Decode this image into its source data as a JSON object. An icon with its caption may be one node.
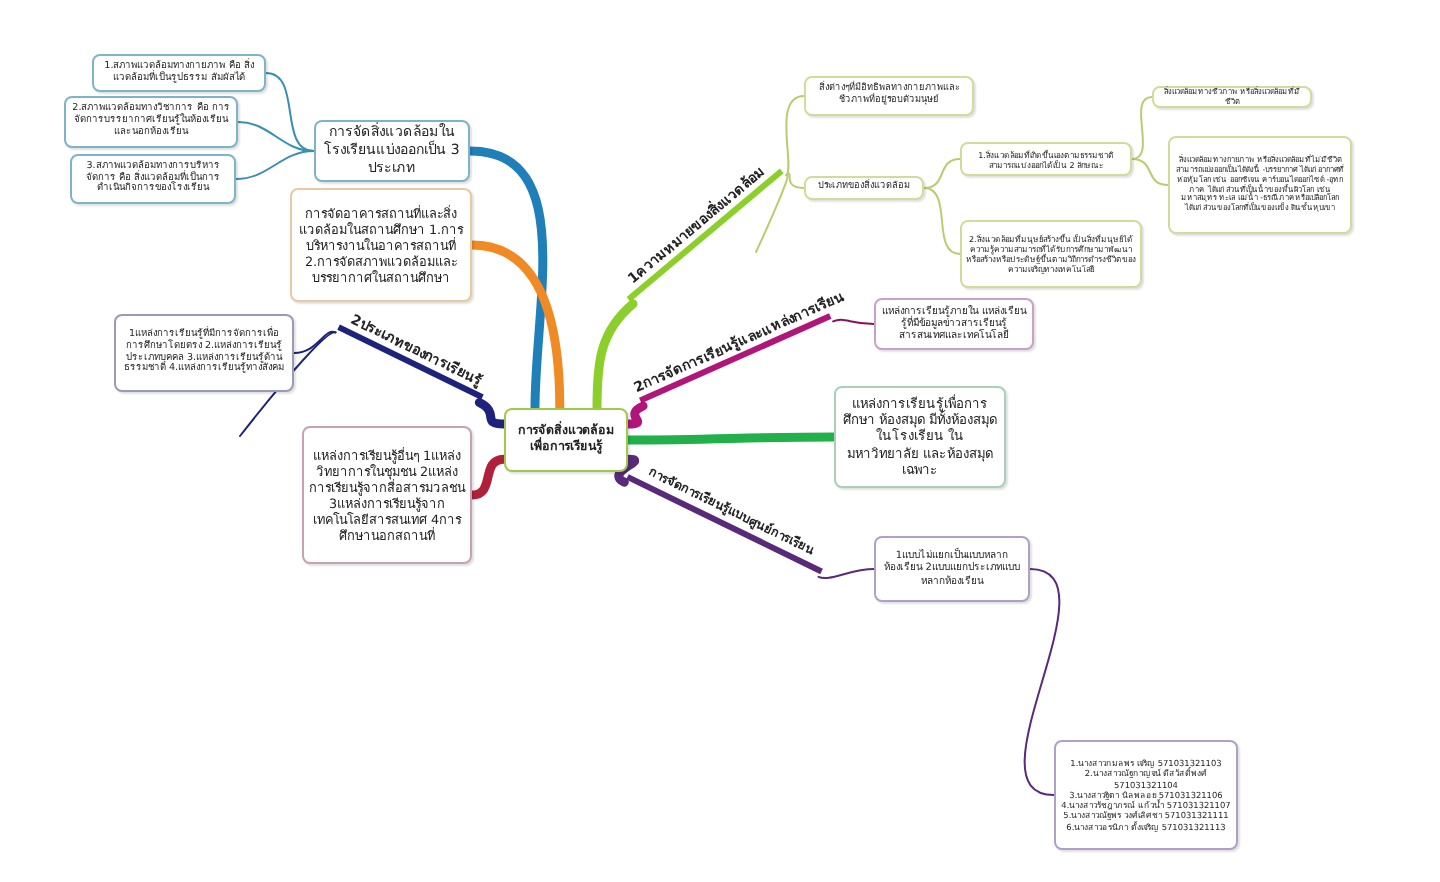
{
  "diagram": {
    "nodes": [
      {
        "text": [
          "การจัดสิ่งแวดล้อม เพื่อการเรียนรู้"
        ]
      },
      {
        "text": [
          "การจัดสิ่งแวดล้อมในโรงเรียนแบ่งออกเป็น 3 ประเภท"
        ]
      },
      {
        "text": [
          "1.สภาพแวดล้อมทางกายภาพ คือ สิ่งแวดล้อมที่เป็นรูปธรรม สัมผัสได้"
        ]
      },
      {
        "text": [
          "2.สภาพแวดล้อมทางวิชาการ คือ การจัดการบรรยากาศเรียนรู้ในห้องเรียนและนอกห้องเรียน"
        ]
      },
      {
        "text": [
          "3.สภาพแวดล้อมทางการบริหารจัดการ คือ สิ่งแวดล้อมที่เป็นการดำเนินกิจการของโรงเรียน"
        ]
      },
      {
        "text": [
          "การจัดอาคารสถานที่และสิ่งแวดล้อมในสถานศึกษา 1.การบริหารงานในอาคารสถานที่ 2.การจัดสภาพแวดล้อมและบรรยากาศในสถานศึกษา"
        ]
      },
      {
        "text": [
          "2ประเภทของการเรียนรู้"
        ]
      },
      {
        "text": [
          "1แหล่งการเรียนรู้ที่มีการจัดการเพื่อการศึกษาโดยตรง 2.แหล่งการเรียนรู้ประเภทบุคคล 3.แหล่งการเรียนรู้ด้านธรรมชาติ 4.แหล่งการเรียนรู้ทางสังคม"
        ]
      },
      {
        "text": [
          "แหล่งการเรียนรู้อื่นๆ 1แหล่งวิทยาการในชุมชน 2แหล่งการเรียนรู้จากสื่อสารมวลชน 3แหล่งการเรียนรู้จากเทคโนโลยีสารสนเทศ 4การศึกษานอกสถานที่"
        ]
      },
      {
        "text": [
          "1ความหมายของสิ่งแวดล้อม"
        ]
      },
      {
        "text": [
          "สิ่งต่างๆที่มีอิทธิพลทางกายภาพและชีวภาพที่อยู่รอบตัวมนุษย์"
        ]
      },
      {
        "text": [
          "ประเภทของสิ่งแวดล้อม"
        ]
      },
      {
        "text": [
          "1.สิ่งแวดล้อมที่เกิดขึ้นเองตามธรรมชาติ สามารถแบ่งออกได้เป็น 2 ลักษณะ"
        ]
      },
      {
        "text": [
          "2.สิ่งแวดล้อมที่มนุษย์สร้างขึ้น เป็นสิ่งที่มนุษย์ได้ความรู้ความสามารถที่ได้รับการศึกษามาพัฒนาหรือสร้างหรือประดิษฐ์ขึ้นตามวิถีการดำรงชีวิตของความเจริญทางเทคโนโลยี"
        ]
      },
      {
        "text": [
          "สิ่งแวดล้อมทางชีวภาพ หรือสิ่งแวดล้อมที่มีชีวิต"
        ]
      },
      {
        "text": [
          "สิ่งแวดล้อมทางกายภาพ หรือสิ่งแวดล้อมที่ไม่มีชีวิต สามารถแบ่งออกเป็นได้ดังนี้ -บรรยากาศ ได้แก่ อากาศที่ห่อหุ้มโลก เช่น ออกซิเจน คาร์บอนไดออกไซด์ -อุทกภาค ได้แก่ ส่วนที่เป็นน้ำของพื้นผิวโลก เช่น มหาสมุทร ทะเล แม่น้ำ -ธรณีภาคหรือเปลือกโลก ได้แก่ ส่วนของโลกที่เป็นของแข็ง ดินชั้นหุบเขา"
        ]
      },
      {
        "text": [
          "2การจัดการเรียนรู้และแหล่งการเรียน"
        ]
      },
      {
        "text": [
          "แหล่งการเรียนรู้ภายใน แหล่งเรียนรู้ที่มีข้อมูลข่าวสารเรียนรู้ สารสนเทศและเทคโนโลยี"
        ]
      },
      {
        "text": [
          "แหล่งการเรียนรู้เพื่อการศึกษา ห้องสมุด มีทั้งห้องสมุดในโรงเรียน ในมหาวิทยาลัย และห้องสมุดเฉพาะ"
        ]
      },
      {
        "text": [
          "การจัดการเรียนรู้แบบศูนย์การเรียน"
        ]
      },
      {
        "text": [
          "1แบบไม่แยกเป็นแบบหลากห้องเรียน 2แบบแยกประเภทแบบหลากห้องเรียน"
        ]
      },
      {
        "text": [
          "1.นางสาวกมลพร เจริญ 571031321103",
          "2.นางสาวณัฐกาญจน์ ดีสวัสดิ์พงศ์ 571031321104",
          "3.นางสาวฐิตา นิลพลอย 571031321106",
          "4.นางสาวรัชฎาภรณ์ แก้วน้ำ 571031321107",
          "5.นางสาวณัฐพร วงศ์เลิศชา 571031321111",
          "6.นางสาวอรนิภา ตั้งเจริญ 571031321113"
        ]
      }
    ],
    "edges": [
      {
        "from": 0,
        "to": 1,
        "arrow": "none",
        "style": "thick",
        "color": "#1f7fb8"
      },
      {
        "from": 1,
        "to": 2,
        "arrow": "none",
        "color": "#3a8fb0"
      },
      {
        "from": 1,
        "to": 3,
        "arrow": "none",
        "color": "#3a8fb0"
      },
      {
        "from": 1,
        "to": 4,
        "arrow": "none",
        "color": "#3a8fb0"
      },
      {
        "from": 0,
        "to": 5,
        "arrow": "none",
        "style": "thick",
        "color": "#f08a24"
      },
      {
        "from": 0,
        "to": 6,
        "arrow": "none",
        "style": "thick",
        "color": "#1d237d"
      },
      {
        "from": 6,
        "to": 7,
        "arrow": "none",
        "color": "#1d237d"
      },
      {
        "from": 6,
        "to": null,
        "arrow": "none",
        "color": "#1d237d"
      },
      {
        "from": 0,
        "to": 8,
        "arrow": "none",
        "style": "thick",
        "color": "#b0203a"
      },
      {
        "from": 0,
        "to": 9,
        "arrow": "none",
        "style": "thick",
        "color": "#8ccf2a"
      },
      {
        "from": 9,
        "to": 10,
        "arrow": "none",
        "color": "#b8cc70"
      },
      {
        "from": 9,
        "to": 11,
        "arrow": "none",
        "color": "#b8cc70"
      },
      {
        "from": 9,
        "to": null,
        "arrow": "none",
        "color": "#b8cc70"
      },
      {
        "from": 11,
        "to": 12,
        "arrow": "none",
        "color": "#b8cc70"
      },
      {
        "from": 11,
        "to": 13,
        "arrow": "none",
        "color": "#b8cc70"
      },
      {
        "from": 12,
        "to": 14,
        "arrow": "none",
        "color": "#b8cc70"
      },
      {
        "from": 12,
        "to": 15,
        "arrow": "none",
        "color": "#b8cc70"
      },
      {
        "from": 0,
        "to": 16,
        "arrow": "none",
        "style": "thick",
        "color": "#b0157a"
      },
      {
        "from": 16,
        "to": 17,
        "arrow": "none",
        "color": "#8a1060"
      },
      {
        "from": 0,
        "to": 18,
        "arrow": "none",
        "style": "thick",
        "color": "#22b04a"
      },
      {
        "from": 0,
        "to": 19,
        "arrow": "none",
        "style": "thick",
        "color": "#5a2a7a"
      },
      {
        "from": 19,
        "to": 20,
        "arrow": "none",
        "color": "#5a2a7a"
      },
      {
        "from": 20,
        "to": 21,
        "arrow": "none",
        "color": "#5a2a7a"
      }
    ]
  }
}
